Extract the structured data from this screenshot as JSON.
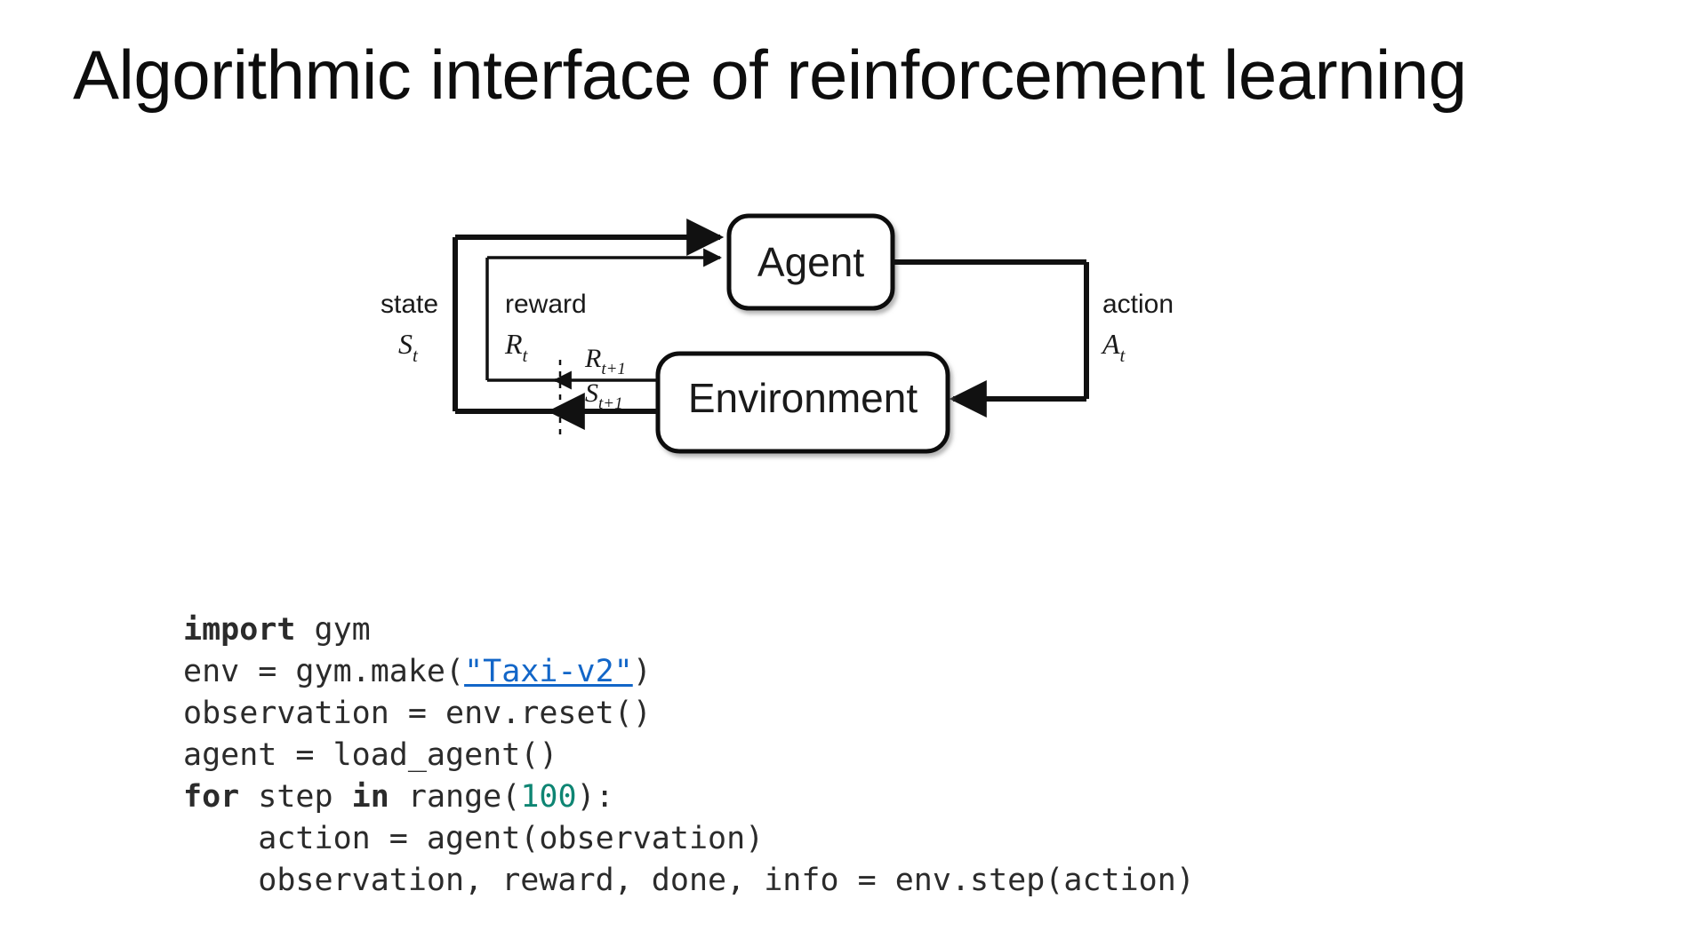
{
  "slide": {
    "title": "Algorithmic interface of reinforcement learning"
  },
  "diagram": {
    "name": "reinforcement-learning-loop",
    "nodes": {
      "agent": "Agent",
      "environment": "Environment"
    },
    "labels": {
      "state": "state",
      "state_symbol": "S",
      "state_sub": "t",
      "reward": "reward",
      "reward_symbol": "R",
      "reward_sub": "t",
      "action": "action",
      "action_symbol": "A",
      "action_sub": "t",
      "reward_next_symbol": "R",
      "reward_next_sub": "t+1",
      "state_next_symbol": "S",
      "state_next_sub": "t+1"
    },
    "colors": {
      "stroke": "#111111",
      "fill": "#ffffff",
      "text": "#1a1a1a"
    }
  },
  "code": {
    "language": "python",
    "colors": {
      "text": "#2b2b2b",
      "keyword": "#2b2b2b",
      "number": "#0e8573",
      "link": "#1266c8"
    },
    "lines": [
      {
        "id": "line-1",
        "segments": [
          {
            "text": "import",
            "style": "kw"
          },
          {
            "text": " gym",
            "style": "plain"
          }
        ]
      },
      {
        "id": "line-2",
        "segments": [
          {
            "text": "env = gym.make(",
            "style": "plain"
          },
          {
            "text": "\"Taxi-v2\"",
            "style": "link"
          },
          {
            "text": ")",
            "style": "plain"
          }
        ]
      },
      {
        "id": "line-3",
        "segments": [
          {
            "text": "observation = env.reset()",
            "style": "plain"
          }
        ]
      },
      {
        "id": "line-4",
        "segments": [
          {
            "text": "agent = load_agent()",
            "style": "plain"
          }
        ]
      },
      {
        "id": "line-5",
        "segments": [
          {
            "text": "for",
            "style": "kw"
          },
          {
            "text": " step ",
            "style": "plain"
          },
          {
            "text": "in",
            "style": "kw"
          },
          {
            "text": " range(",
            "style": "plain"
          },
          {
            "text": "100",
            "style": "num"
          },
          {
            "text": "):",
            "style": "plain"
          }
        ]
      },
      {
        "id": "line-6",
        "segments": [
          {
            "text": "    action = agent(observation)",
            "style": "plain"
          }
        ]
      },
      {
        "id": "line-7",
        "segments": [
          {
            "text": "    observation, reward, done, info = env.step(action)",
            "style": "plain"
          }
        ]
      }
    ]
  }
}
